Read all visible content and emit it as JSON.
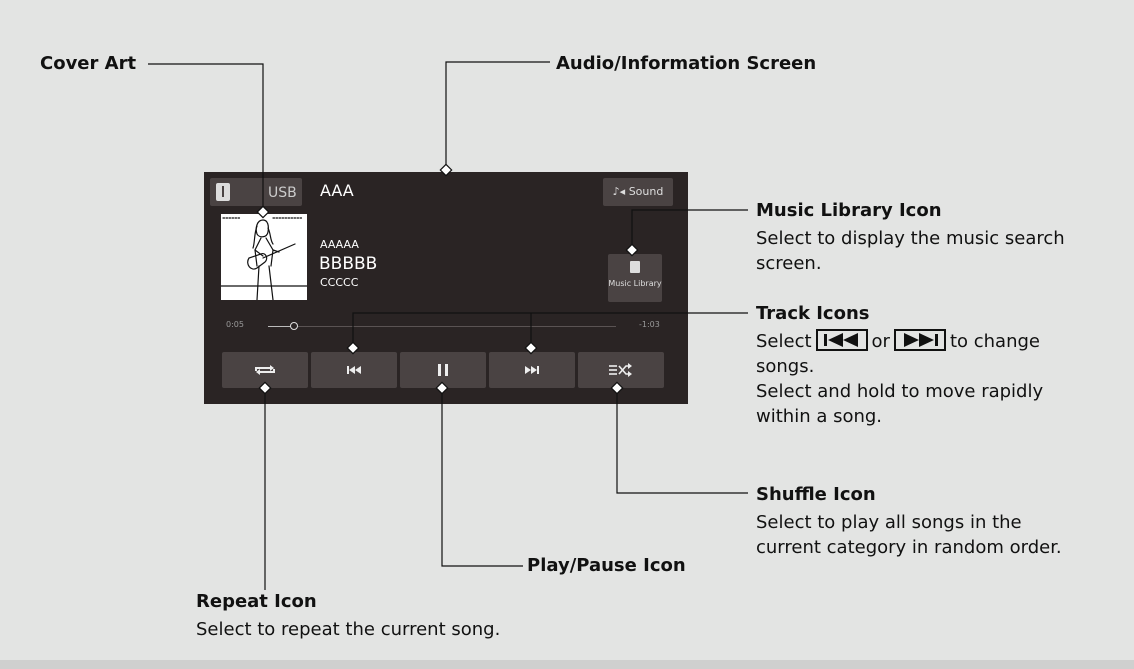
{
  "screen": {
    "source_label": "USB",
    "track_title": "AAA",
    "sound_label": "Sound",
    "artist": "AAAAA",
    "album": "BBBBB",
    "song": "CCCCC",
    "music_library_label": "Music Library",
    "elapsed": "0:05",
    "remaining": "-1:03",
    "progress": 0.074
  },
  "callouts": {
    "cover_art": {
      "title": "Cover Art"
    },
    "audio_screen": {
      "title": "Audio/Information Screen"
    },
    "music_library": {
      "title": "Music Library Icon",
      "desc_lines": [
        "Select to display the music search",
        "screen."
      ]
    },
    "track": {
      "title": "Track Icons",
      "line1_a": "Select",
      "line1_b": "or",
      "line1_c": "to change",
      "desc_lines": [
        "songs.",
        "Select and hold to move rapidly",
        "within a song."
      ]
    },
    "shuffle": {
      "title": "Shuffle Icon",
      "desc_lines": [
        "Select to play all songs in the",
        "current category in random order."
      ]
    },
    "play_pause": {
      "title": "Play/Pause Icon"
    },
    "repeat": {
      "title": "Repeat Icon",
      "desc_lines": [
        "Select to repeat the current song."
      ]
    }
  }
}
